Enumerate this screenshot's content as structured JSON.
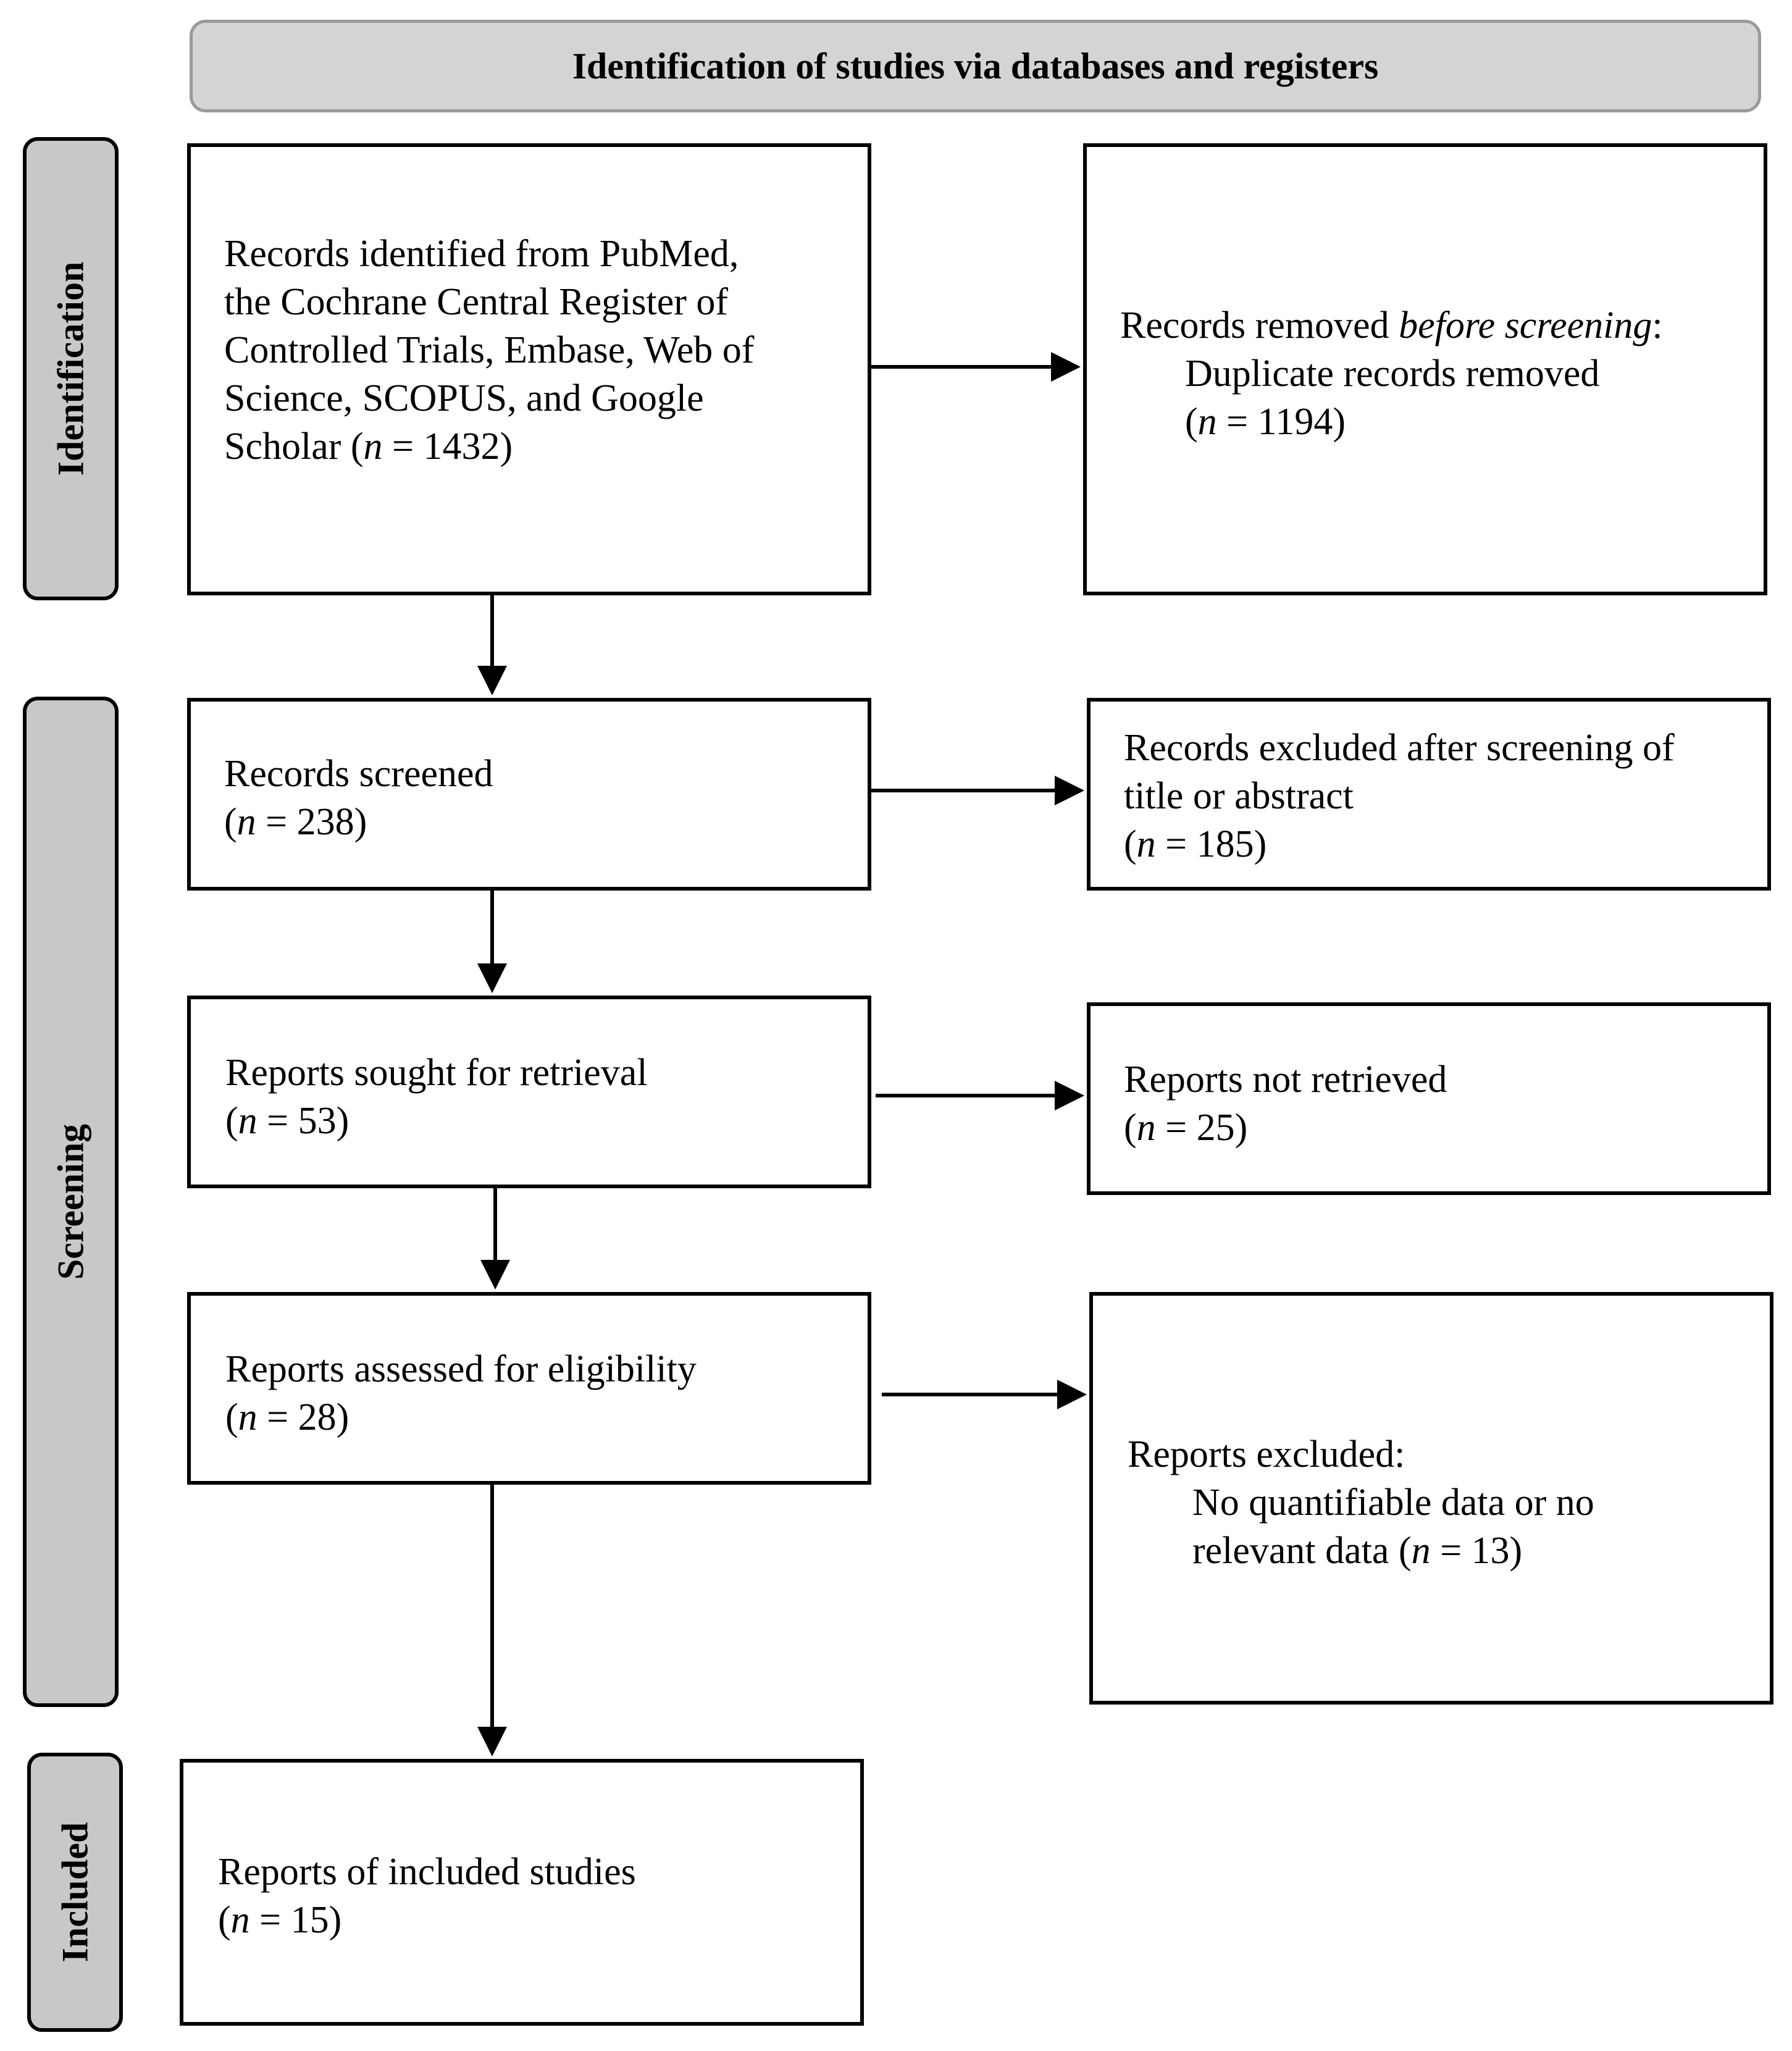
{
  "header": {
    "title": "Identification of studies via databases and registers"
  },
  "phases": {
    "identification": "Identification",
    "screening": "Screening",
    "included": "Included"
  },
  "boxes": {
    "records_identified": {
      "lines": [
        "Records identified from PubMed,",
        "the Cochrane Central Register of",
        "Controlled Trials, Embase, Web of",
        "Science, SCOPUS, and Google"
      ],
      "last_prefix": "Scholar (",
      "n_symbol": "n",
      "count_text": " = 1432)"
    },
    "records_removed": {
      "prefix": "Records removed ",
      "emphasis": "before screening",
      "suffix": ":",
      "detail": "Duplicate records removed",
      "n_symbol": "n",
      "count_text": " = 1194)",
      "open_paren": "("
    },
    "records_screened": {
      "label": "Records screened",
      "open_paren": "(",
      "n_symbol": "n",
      "count_text": " = 238)"
    },
    "records_excluded": {
      "lines": [
        "Records excluded after screening of",
        "title or abstract"
      ],
      "open_paren": "(",
      "n_symbol": "n",
      "count_text": " = 185)"
    },
    "reports_sought": {
      "label": "Reports sought for retrieval",
      "open_paren": "(",
      "n_symbol": "n",
      "count_text": " = 53)"
    },
    "reports_not_retrieved": {
      "label": "Reports not retrieved",
      "open_paren": "(",
      "n_symbol": "n",
      "count_text": " = 25)"
    },
    "reports_assessed": {
      "label": "Reports assessed for eligibility",
      "open_paren": "(",
      "n_symbol": "n",
      "count_text": " = 28)"
    },
    "reports_excluded": {
      "label": "Reports excluded:",
      "detail_line1": "No quantifiable data or no",
      "detail_prefix": "relevant data (",
      "n_symbol": "n",
      "count_text": " = 13)"
    },
    "reports_included": {
      "label": "Reports of included studies",
      "open_paren": "(",
      "n_symbol": "n",
      "count_text": " = 15)"
    }
  }
}
